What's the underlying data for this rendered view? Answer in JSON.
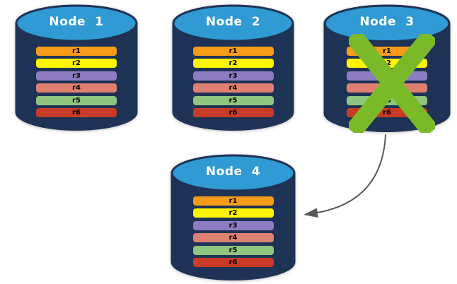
{
  "diagram": {
    "description": "Database cluster replication diagram: four nodes each storing rows r1-r6; Node 3 is crossed out and its data is redirected to Node 4"
  },
  "nodes": [
    {
      "title": "Node 1"
    },
    {
      "title": "Node 2"
    },
    {
      "title": "Node 3"
    },
    {
      "title": "Node 4"
    }
  ],
  "rows": [
    {
      "label": "r1",
      "color": "#F79B1B"
    },
    {
      "label": "r2",
      "color": "#FFF500"
    },
    {
      "label": "r3",
      "color": "#8D7CC2"
    },
    {
      "label": "r4",
      "color": "#DF8070"
    },
    {
      "label": "r5",
      "color": "#8FC57E"
    },
    {
      "label": "r6",
      "color": "#C83B26"
    }
  ],
  "colors": {
    "cylinder_body": "#1E3355",
    "cylinder_top": "#2F9AD3",
    "x_mark": "#7ABA28",
    "arrow": "#595959",
    "title_text": "#FFFFFF",
    "row_text": "#000000"
  },
  "icons": {
    "failure_mark": "x-mark-icon",
    "failover_arrow": "curved-arrow-icon"
  }
}
